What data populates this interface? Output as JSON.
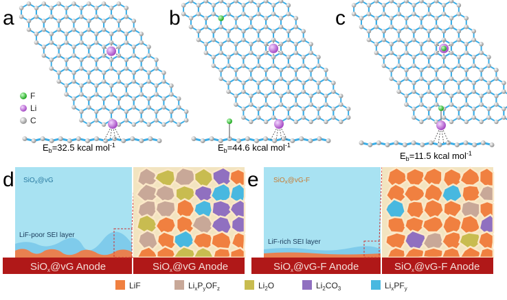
{
  "panels": {
    "a": {
      "label": "a",
      "eb_pre": "E",
      "eb_sub": "b",
      "eb_value": "=32.5 kcal mol",
      "eb_sup": "-1",
      "dopant": "none"
    },
    "b": {
      "label": "b",
      "eb_pre": "E",
      "eb_sub": "b",
      "eb_value": "=44.6 kcal mol",
      "eb_sup": "-1",
      "dopant": "F on lattice"
    },
    "c": {
      "label": "c",
      "eb_pre": "E",
      "eb_sub": "b",
      "eb_value": "=11.5 kcal mol",
      "eb_sup": "-1",
      "dopant": "F bonded to Li"
    },
    "d": {
      "label": "d",
      "electrode": "SiO",
      "electrode_sub": "x",
      "electrode_suffix": "@vG",
      "sei": "LiF-poor SEI layer",
      "anode_pre": "SiO",
      "anode_sub": "x",
      "anode_suffix": "@vG Anode"
    },
    "e": {
      "label": "e",
      "electrode": "SiO",
      "electrode_sub": "x",
      "electrode_suffix": "@vG-F",
      "sei": "LiF-rich SEI layer",
      "anode_pre": "SiO",
      "anode_sub": "x",
      "anode_suffix": "@vG-F Anode"
    }
  },
  "atom_legend": [
    {
      "symbol": "F",
      "color": "#22c022"
    },
    {
      "symbol": "Li",
      "color": "#c060d8"
    },
    {
      "symbol": "C",
      "color": "#b8b8b8"
    }
  ],
  "sei_legend": {
    "lif": {
      "base": "LiF",
      "color": "#f08040"
    },
    "lipof": {
      "b1": "Li",
      "s1": "x",
      "b2": "P",
      "s2": "y",
      "b3": "OF",
      "s3": "z",
      "color": "#c8a898"
    },
    "li2o": {
      "b1": "Li",
      "s1": "2",
      "b2": "O",
      "color": "#c8bc50"
    },
    "li2co3": {
      "b1": "Li",
      "s1": "2",
      "b2": "CO",
      "s2": "3",
      "color": "#9070c0"
    },
    "lipf": {
      "b1": "Li",
      "s1": "x",
      "b2": "PF",
      "s2": "y",
      "color": "#48b8e0"
    }
  },
  "colors": {
    "bond": "#3aaee8",
    "electrolyte": "#a8e2f2",
    "anode": "#b01818",
    "sei_rich": "#e87a48"
  }
}
